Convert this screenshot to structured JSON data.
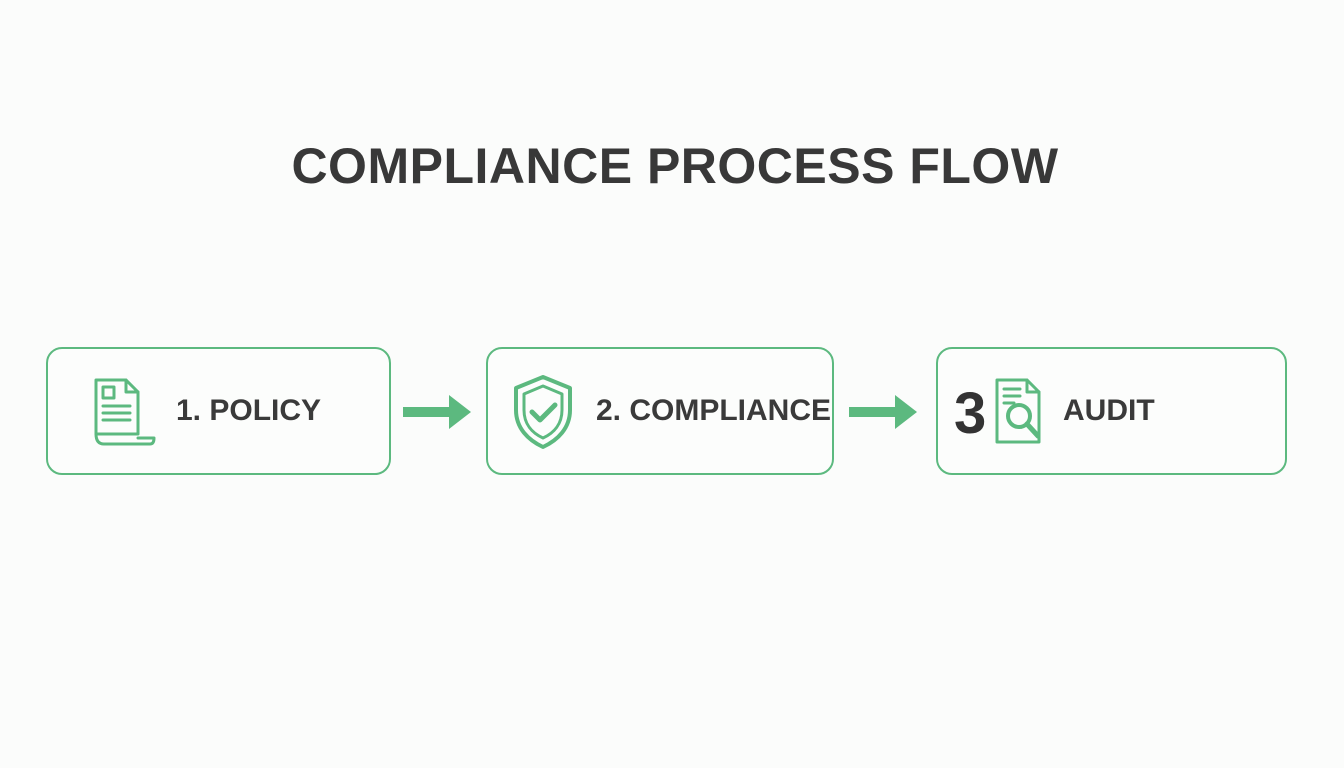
{
  "title": "COMPLIANCE PROCESS FLOW",
  "colors": {
    "accent": "#5cb97f",
    "text": "#3a3a3a",
    "background": "#fbfcfb"
  },
  "steps": [
    {
      "label": "1. POLICY",
      "icon": "policy-document-icon"
    },
    {
      "label": "2. COMPLIANCE",
      "icon": "shield-check-icon"
    },
    {
      "number": "3",
      "label": "AUDIT",
      "icon": "audit-search-document-icon"
    }
  ],
  "connectors": [
    {
      "icon": "arrow-right-icon"
    },
    {
      "icon": "arrow-right-icon"
    }
  ]
}
